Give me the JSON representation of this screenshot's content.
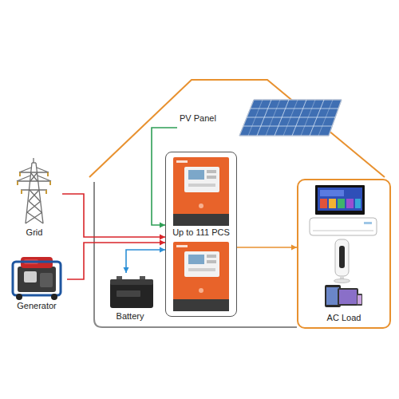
{
  "diagram": {
    "nodes": [
      {
        "text": [
          "PV Panel"
        ]
      },
      {
        "text": [
          "Grid"
        ]
      },
      {
        "text": [
          "Up to 111 PCS"
        ]
      },
      {
        "text": [
          "AC Load"
        ]
      },
      {
        "text": [
          "Generator"
        ]
      },
      {
        "text": [
          "Battery"
        ]
      }
    ],
    "edges": [
      {
        "from": 1,
        "to": 2,
        "arrow": "to"
      },
      {
        "from": 4,
        "to": 2,
        "arrow": "to"
      },
      {
        "from": 0,
        "to": 2,
        "arrow": "to"
      },
      {
        "from": 5,
        "to": 2,
        "arrow": "both"
      },
      {
        "from": 2,
        "to": 3,
        "arrow": "to"
      }
    ]
  }
}
